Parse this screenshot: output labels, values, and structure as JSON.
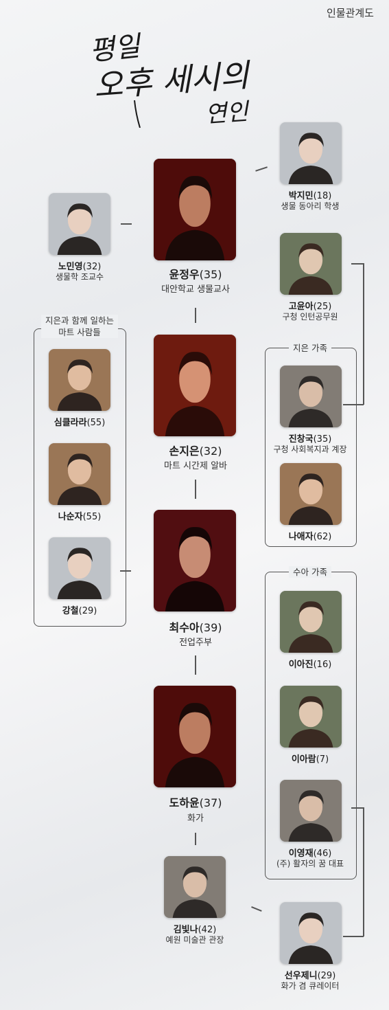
{
  "header": {
    "label": "인물관계도"
  },
  "title": {
    "line1": "평일",
    "line2": "오후 세시의",
    "line3": "연인"
  },
  "main": [
    {
      "name": "윤정우",
      "age": "(35)",
      "role": "대안학교 생물교사"
    },
    {
      "name": "손지은",
      "age": "(32)",
      "role": "마트 시간제 알바"
    },
    {
      "name": "최수아",
      "age": "(39)",
      "role": "전업주부"
    },
    {
      "name": "도하윤",
      "age": "(37)",
      "role": "화가"
    },
    {
      "name": "김빛나",
      "age": "(42)",
      "role": "예원 미술관 관장"
    }
  ],
  "side": {
    "nominyoung": {
      "name": "노민영",
      "age": "(32)",
      "role": "생물학 조교수"
    },
    "parkjimin": {
      "name": "박지민",
      "age": "(18)",
      "role": "생물 동아리 학생"
    },
    "goyuna": {
      "name": "고윤아",
      "age": "(25)",
      "role": "구청 인턴공무원"
    },
    "seonwoojenny": {
      "name": "선우제니",
      "age": "(29)",
      "role": "화가 겸 큐레이터"
    }
  },
  "mart_group": {
    "title_line1": "지은과 함께 일하는",
    "title_line2": "마트 사람들",
    "members": [
      {
        "name": "심클라라",
        "age": "(55)"
      },
      {
        "name": "나순자",
        "age": "(55)"
      },
      {
        "name": "강철",
        "age": "(29)"
      }
    ]
  },
  "jieun_family": {
    "title": "지은 가족",
    "members": [
      {
        "name": "진창국",
        "age": "(35)",
        "role": "구청 사회복지과 계장"
      },
      {
        "name": "나애자",
        "age": "(62)",
        "role": ""
      }
    ]
  },
  "sua_family": {
    "title": "수아 가족",
    "members": [
      {
        "name": "이아진",
        "age": "(16)",
        "role": ""
      },
      {
        "name": "이아람",
        "age": "(7)",
        "role": ""
      },
      {
        "name": "이영재",
        "age": "(46)",
        "role": "(주) 활자의 꿈 대표"
      }
    ]
  }
}
